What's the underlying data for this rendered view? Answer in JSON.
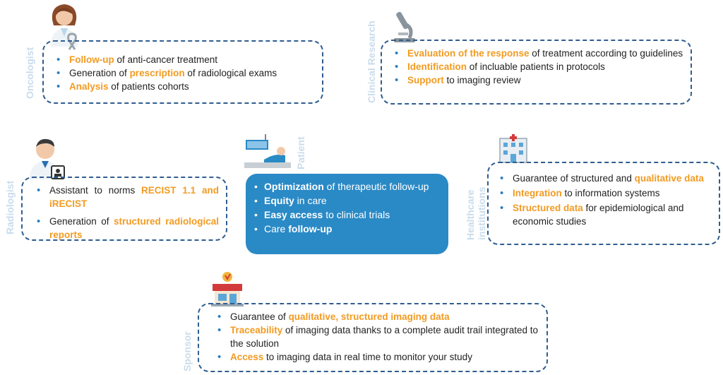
{
  "oncologist": {
    "label": "Oncologist",
    "items": [
      {
        "h": "Follow-up",
        "t": " of anti-cancer treatment"
      },
      {
        "a": "Generation of ",
        "h": "prescription",
        "t": " of radiological exams"
      },
      {
        "h": "Analysis",
        "t": " of patients cohorts"
      }
    ]
  },
  "clinical_research": {
    "label": "Clinical Research",
    "items": [
      {
        "h": "Evaluation of the response",
        "t": " of treatment according to guidelines"
      },
      {
        "h": "Identification",
        "t": " of incluable patients in protocols"
      },
      {
        "h": "Support",
        "t": " to imaging review"
      }
    ]
  },
  "radiologist": {
    "label": "Radiologist",
    "items": [
      {
        "a": "Assistant to norms ",
        "h": "RECIST 1.1 and iRECIST"
      },
      {
        "a": "Generation of ",
        "h": "structured radiological reports"
      }
    ]
  },
  "patient": {
    "label": "Patient",
    "items": [
      {
        "b": "Optimization",
        "t": " of therapeutic follow-up"
      },
      {
        "b": "Equity",
        "t": " in care"
      },
      {
        "b": "Easy access",
        "t": " to clinical trials"
      },
      {
        "a": "Care ",
        "b": "follow-up"
      }
    ]
  },
  "healthcare": {
    "label1": "Healthcare",
    "label2": "institutions",
    "items": [
      {
        "a": "Guarantee of structured and ",
        "h": "qualitative data"
      },
      {
        "h": "Integration",
        "t": " to information systems"
      },
      {
        "h": "Structured data",
        "t": " for epidemiological and economic studies"
      }
    ]
  },
  "sponsor": {
    "label": "Sponsor",
    "items": [
      {
        "a": "Guarantee of ",
        "h": "qualitative, structured imaging data"
      },
      {
        "h": "Traceability",
        "t": " of imaging data thanks to a complete audit trail integrated to the solution"
      },
      {
        "h": "Access",
        "t": " to imaging data in real time to monitor your study"
      }
    ]
  },
  "colors": {
    "accent": "#f29b22",
    "border": "#2f5d8f",
    "patient_bg": "#2a8ac6",
    "label": "#c9dcec"
  }
}
